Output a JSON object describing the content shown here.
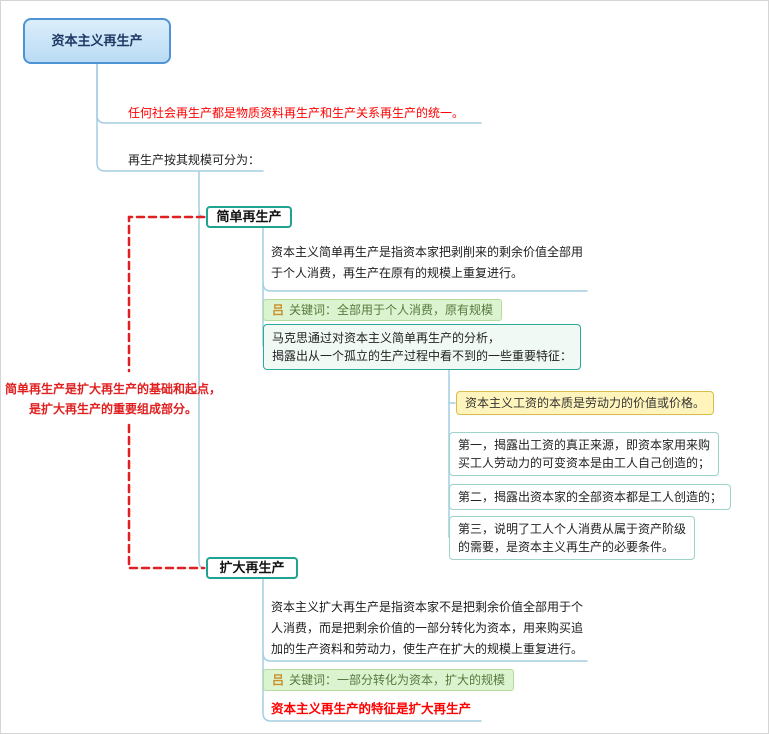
{
  "root": {
    "label": "资本主义再生产"
  },
  "notes": {
    "unity": "任何社会再生产都是物质资料再生产和生产关系再生产的统一。",
    "scale": "再生产按其规模可分为："
  },
  "simple": {
    "title": "简单再生产",
    "desc": "资本主义简单再生产是指资本家把剥削来的剩余价值全部用\n于个人消费，再生产在原有的规模上重复进行。",
    "keyword": "关键词：全部用于个人消费，原有规模",
    "analysis": "马克思通过对资本主义简单再生产的分析，\n揭露出从一个孤立的生产过程中看不到的一些重要特征：",
    "wage_note": "资本主义工资的本质是劳动力的价值或价格。",
    "points": [
      "第一，揭露出工资的真正来源，即资本家用来购\n买工人劳动力的可变资本是由工人自己创造的；",
      "第二，揭露出资本家的全部资本都是工人创造的；",
      "第三，说明了工人个人消费从属于资产阶级\n的需要，是资本主义再生产的必要条件。"
    ]
  },
  "expanded": {
    "title": "扩大再生产",
    "desc": "资本主义扩大再生产是指资本家不是把剩余价值全部用于个\n人消费，而是把剩余价值的一部分转化为资本，用来购买追\n加的生产资料和劳动力，使生产在扩大的规模上重复进行。",
    "keyword": "关键词：一部分转化为资本，扩大的规模",
    "feature": "资本主义再生产的特征是扩大再生产"
  },
  "annotation": {
    "text": "简单再生产是扩大再生产的基础和起点，\n是扩大再生产的重要组成部分。"
  },
  "icons": {
    "tag": "吕"
  },
  "colors": {
    "connector": "#A4CEE4",
    "node_border": "#1FA393",
    "root_border": "#4E94D4",
    "keyword_bg": "#DCF3CF",
    "wage_bg": "#FFF5BC",
    "emphasis_red": "#FF0000",
    "dashed_red": "#E02020"
  }
}
